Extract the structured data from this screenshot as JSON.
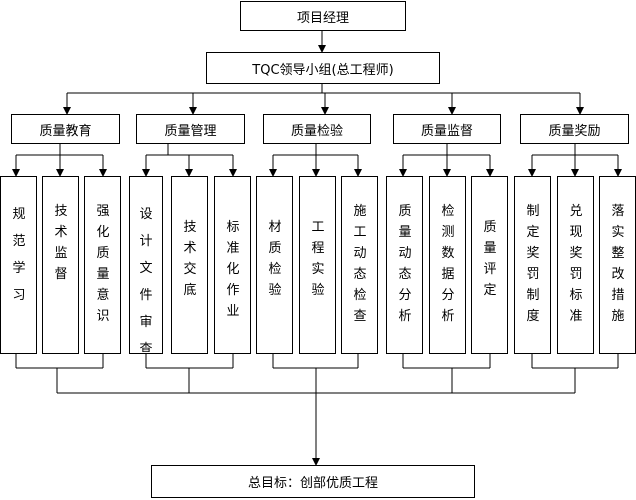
{
  "root": {
    "label": "项目经理"
  },
  "leader": {
    "label": "TQC领导小组(总工程师)"
  },
  "groups": [
    {
      "label": "质量教育",
      "items": [
        "规范学习",
        "技术监督",
        "强化质量意识"
      ]
    },
    {
      "label": "质量管理",
      "items": [
        "设计文件审查",
        "技术交底",
        "标准化作业"
      ]
    },
    {
      "label": "质量检验",
      "items": [
        "材质检验",
        "工程实验",
        "施工动态检查"
      ]
    },
    {
      "label": "质量监督",
      "items": [
        "质量动态分析",
        "检测数据分析",
        "质量评定"
      ]
    },
    {
      "label": "质量奖励",
      "items": [
        "制定奖罚制度",
        "兑现奖罚标准",
        "落实整改措施"
      ]
    }
  ],
  "goal": {
    "label": "总目标：创部优质工程"
  }
}
